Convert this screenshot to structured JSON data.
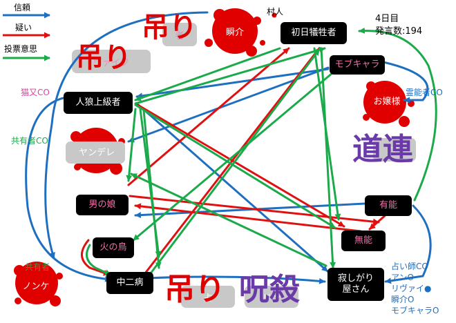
{
  "legend": {
    "trust": "信頼",
    "doubt": "疑い",
    "vote": "投票意思"
  },
  "info": {
    "day": "4日目",
    "posts": "発言数:194"
  },
  "nodes": {
    "first_victim": "初日犠牲者",
    "mob_chara": "モブキャラ",
    "werewolf_senior": "人狼上級者",
    "ojousama": "お嬢様",
    "yandere": "ヤンデレ",
    "otokonoko": "男の娘",
    "yuunou": "有能",
    "munou": "無能",
    "hinotori": "火の鳥",
    "chuunibyou": "中二病",
    "sabishigari_line1": "寂しがり",
    "sabishigari_line2": "屋さん",
    "nonke": "ノンケ",
    "shunsuke": "瞬介"
  },
  "ghost_labels": {
    "ishasha": "者",
    "vaifu": "ヴァイフ",
    "sakura": "ア",
    "bottom_left": "占",
    "bottom_mid": "リン"
  },
  "overlay_words": {
    "hang1": "吊り",
    "hang2": "吊り",
    "hang3": "吊り",
    "curse": "呪殺",
    "michizure": "道連"
  },
  "tags": {
    "murabito": "村人",
    "nekomata": "猫又CO",
    "kyouyuu1": "共有者CO",
    "reinou": "霊能者CO",
    "kyouyuu2": "共有者"
  },
  "co_list": [
    "占い師CO",
    "アンO",
    "リヴァイ●",
    "瞬介O",
    "モブキャラO"
  ],
  "colors": {
    "trust": "#1f6fc0",
    "doubt": "#e01010",
    "vote": "#1aaa4a",
    "blood": "#e00000",
    "overlay_purple": "#6a3aa8",
    "label_pink": "#f070a8"
  }
}
